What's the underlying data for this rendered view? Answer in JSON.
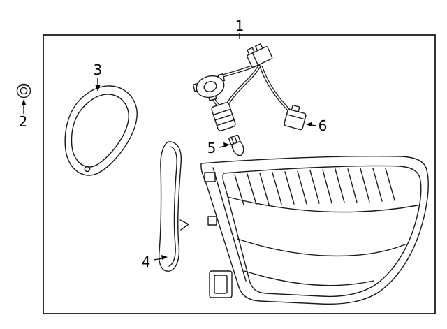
{
  "figure": {
    "kind": "exploded-parts-line-diagram",
    "background": "#ffffff",
    "line_color": "#1a1a1a",
    "callouts": [
      {
        "label": "1"
      },
      {
        "label": "2"
      },
      {
        "label": "3"
      },
      {
        "label": "4"
      },
      {
        "label": "5"
      },
      {
        "label": "6"
      }
    ]
  }
}
